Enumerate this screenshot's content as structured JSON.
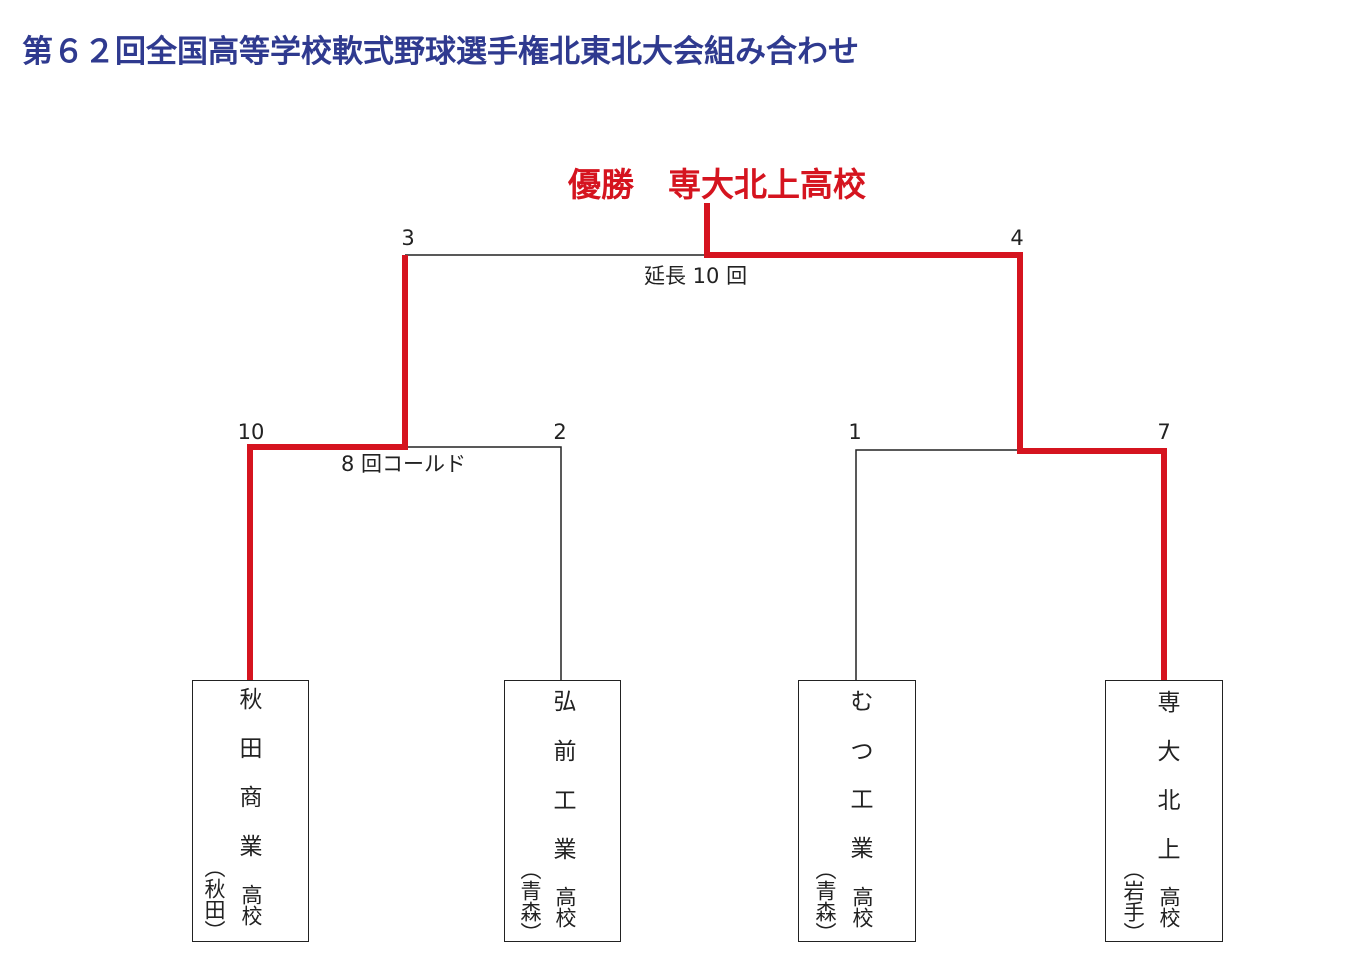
{
  "title": "第６２回全国高等学校軟式野球選手権北東北大会組み合わせ",
  "champion": {
    "label": "優勝",
    "name": "専大北上高校"
  },
  "colors": {
    "title": "#2f3a8f",
    "winner_line": "#d5141f",
    "line": "#222222"
  },
  "final": {
    "left_score": "3",
    "right_score": "4",
    "note": "延長 10 回"
  },
  "semifinals": [
    {
      "left_score": "10",
      "right_score": "2",
      "note": "8 回コールド"
    },
    {
      "left_score": "1",
      "right_score": "7",
      "note": ""
    }
  ],
  "teams": [
    {
      "chars": [
        "秋",
        "田",
        "商",
        "業"
      ],
      "suffix": "高校",
      "pref": "（秋田）"
    },
    {
      "chars": [
        "弘",
        "前",
        "工",
        "業"
      ],
      "suffix": "高校",
      "pref": "（青森）"
    },
    {
      "chars": [
        "む",
        "つ",
        "工",
        "業"
      ],
      "suffix": "高校",
      "pref": "（青森）"
    },
    {
      "chars": [
        "専",
        "大",
        "北",
        "上"
      ],
      "suffix": "高校",
      "pref": "（岩手）"
    }
  ]
}
